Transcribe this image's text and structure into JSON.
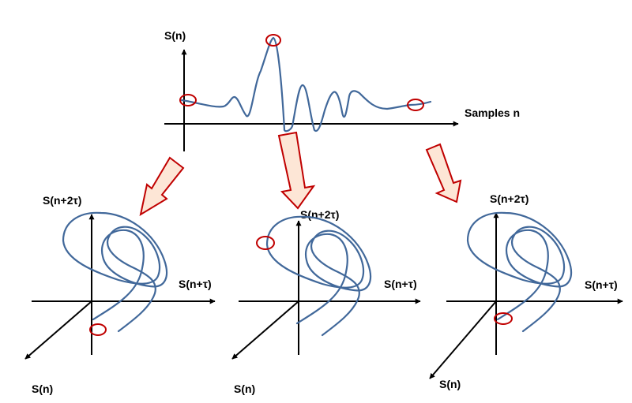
{
  "colors": {
    "signal": "#41689a",
    "marker": "#c00000",
    "arrow_fill": "#fde6d6",
    "axis": "#000000"
  },
  "signal_plot": {
    "y_label": "S(n)",
    "x_label": "Samples n"
  },
  "embeddings": [
    {
      "z_label": "S(n+2τ)",
      "y_label": "S(n+τ)",
      "x_label": "S(n)"
    },
    {
      "z_label": "S(n+2τ)",
      "y_label": "S(n+τ)",
      "x_label": "S(n)"
    },
    {
      "z_label": "S(n+2τ)",
      "y_label": "S(n+τ)",
      "x_label": "S(n)"
    }
  ]
}
